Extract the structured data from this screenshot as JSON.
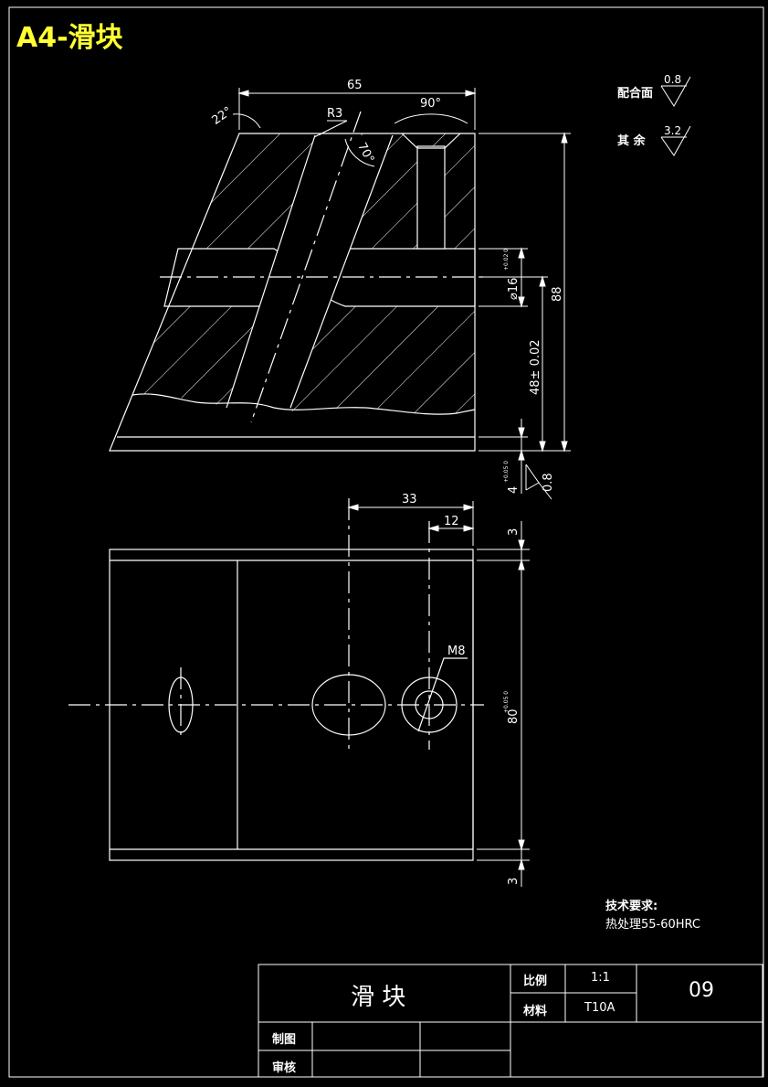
{
  "sheet": {
    "title": "A4-滑块"
  },
  "roughness": {
    "fit_label": "配合面",
    "fit_value": "0.8",
    "other_label": "其  余",
    "other_value": "3.2",
    "bottom_value": "0.8"
  },
  "section_view": {
    "dim_top_width": "65",
    "dim_angle_left": "22°",
    "dim_radius": "R3",
    "dim_angle_top": "90°",
    "dim_angle_hole": "70°",
    "dim_bore": "⌀16",
    "dim_bore_tol": "+0.02 0",
    "dim_height": "88",
    "dim_center_height": "48± 0.02",
    "dim_bottom": "4",
    "dim_bottom_tol": "+0.05 0"
  },
  "plan_view": {
    "dim_33": "33",
    "dim_12": "12",
    "dim_3_top": "3",
    "dim_3_bottom": "3",
    "dim_thread": "M8",
    "dim_width": "80",
    "dim_width_tol": "+0.05 0"
  },
  "requirements": {
    "heading": "技术要求:",
    "line1": "热处理55-60HRC"
  },
  "title_block": {
    "part_name": "滑  块",
    "scale_label": "比例",
    "scale_value": "1:1",
    "material_label": "材料",
    "material_value": "T10A",
    "drawing_no": "09",
    "drawn_label": "制图",
    "checked_label": "审核"
  }
}
